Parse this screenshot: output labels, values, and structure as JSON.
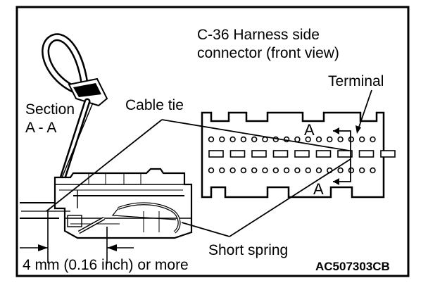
{
  "diagram": {
    "title_line1": "C-36 Harness side",
    "title_line2": "connector (front view)",
    "terminal_label": "Terminal",
    "section_line1": "Section",
    "section_line2": "A - A",
    "cable_tie_label": "Cable tie",
    "section_mark_top": "A",
    "section_mark_bottom": "A",
    "short_spring_label": "Short spring",
    "dimension_label": "4 mm (0.16 inch) or more",
    "figure_code": "AC507303CB"
  }
}
